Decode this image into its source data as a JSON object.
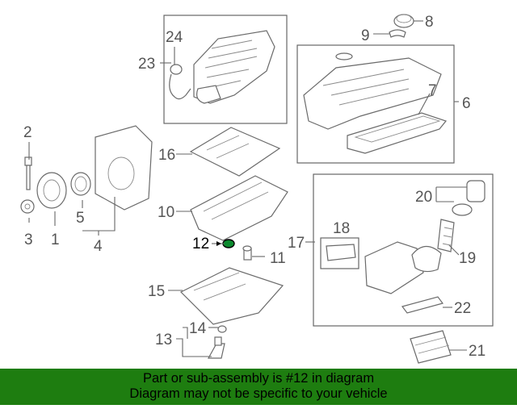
{
  "callouts": {
    "c1": "1",
    "c2": "2",
    "c3": "3",
    "c4": "4",
    "c5": "5",
    "c6": "6",
    "c7": "7",
    "c8": "8",
    "c9": "9",
    "c10": "10",
    "c11": "11",
    "c12": "12",
    "c13": "13",
    "c14": "14",
    "c15": "15",
    "c16": "16",
    "c17": "17",
    "c18": "18",
    "c19": "19",
    "c20": "20",
    "c21": "21",
    "c22": "22",
    "c23": "23",
    "c24": "24"
  },
  "highlight": {
    "color": "#0b8a2e"
  },
  "banner": {
    "line1": "Part or sub-assembly is #12 in diagram",
    "line2": "Diagram may not be specific to your vehicle",
    "color": "#1e7d10"
  }
}
